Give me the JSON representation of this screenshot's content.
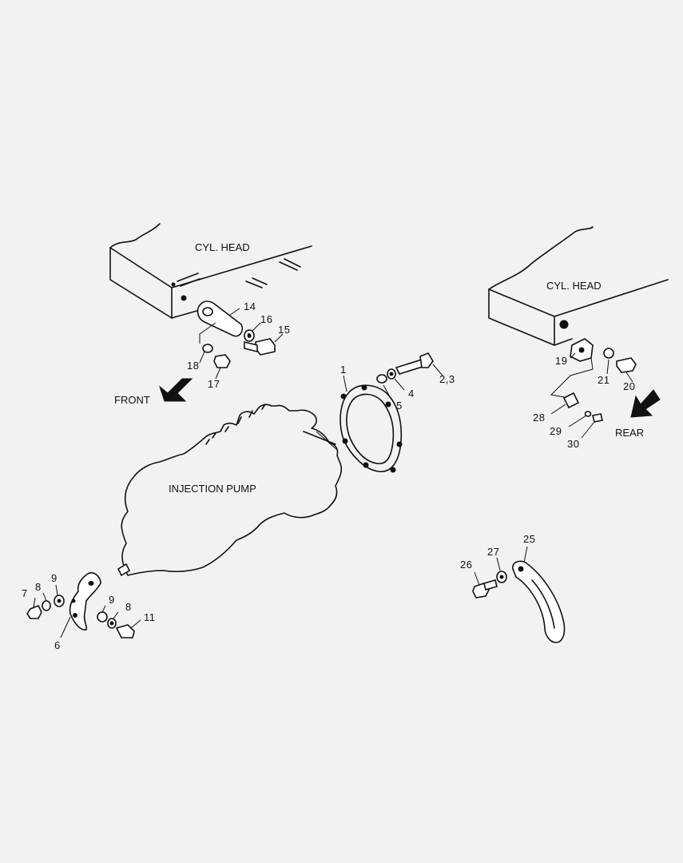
{
  "labels": {
    "cyl_head_left": "CYL. HEAD",
    "cyl_head_right": "CYL. HEAD",
    "front": "FRONT",
    "rear": "REAR",
    "injection_pump": "INJECTION PUMP"
  },
  "callouts": {
    "c1": "1",
    "c23": "2,3",
    "c4": "4",
    "c5": "5",
    "c6": "6",
    "c7": "7",
    "c8a": "8",
    "c8b": "8",
    "c9a": "9",
    "c9b": "9",
    "c11": "11",
    "c14": "14",
    "c15": "15",
    "c16": "16",
    "c17": "17",
    "c18": "18",
    "c19": "19",
    "c20": "20",
    "c21": "21",
    "c25": "25",
    "c26": "26",
    "c27": "27",
    "c28": "28",
    "c29": "29",
    "c30": "30"
  }
}
